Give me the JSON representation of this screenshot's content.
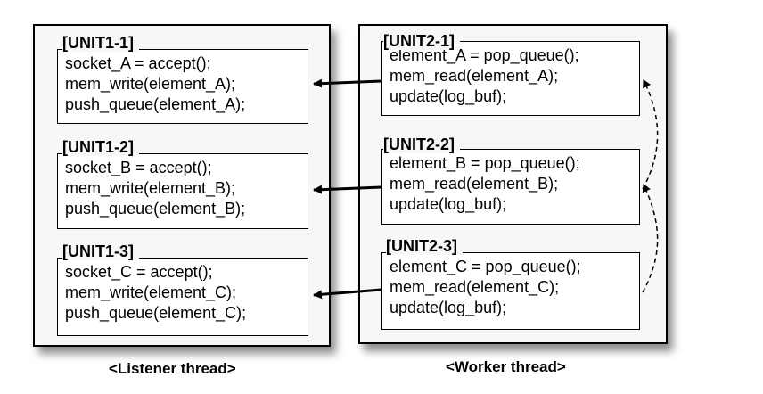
{
  "listener": {
    "label": "<Listener thread>",
    "units": [
      {
        "title": "[UNIT1-1]",
        "lines": [
          "socket_A = accept();",
          "mem_write(element_A);",
          "push_queue(element_A);"
        ]
      },
      {
        "title": "[UNIT1-2]",
        "lines": [
          "socket_B = accept();",
          "mem_write(element_B);",
          "push_queue(element_B);"
        ]
      },
      {
        "title": "[UNIT1-3]",
        "lines": [
          "socket_C = accept();",
          "mem_write(element_C);",
          "push_queue(element_C);"
        ]
      }
    ]
  },
  "worker": {
    "label": "<Worker thread>",
    "units": [
      {
        "title": "[UNIT2-1]",
        "lines": [
          "element_A = pop_queue();",
          "mem_read(element_A);",
          "update(log_buf);"
        ]
      },
      {
        "title": "[UNIT2-2]",
        "lines": [
          "element_B = pop_queue();",
          "mem_read(element_B);",
          "update(log_buf);"
        ]
      },
      {
        "title": "[UNIT2-3]",
        "lines": [
          "element_C = pop_queue();",
          "mem_read(element_C);",
          "update(log_buf);"
        ]
      }
    ]
  },
  "colors": {
    "panel": "#f7f7f7",
    "box": "#ffffff",
    "line": "#000000"
  }
}
